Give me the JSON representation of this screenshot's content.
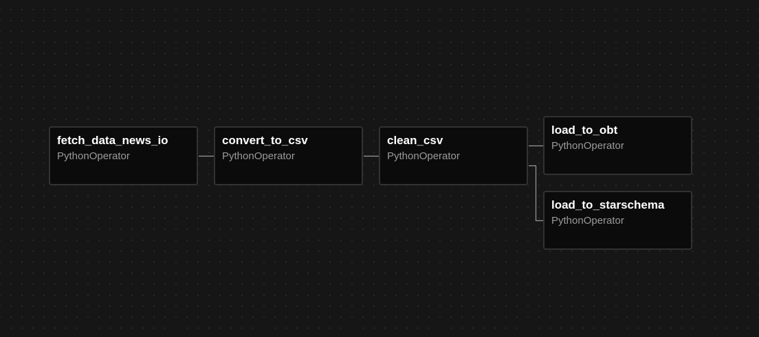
{
  "colors": {
    "background": "#161616",
    "node_background": "#0b0b0c",
    "node_border": "#323234",
    "edge": "#9a9a9a",
    "title": "#ffffff",
    "subtitle": "#9a9a9a"
  },
  "nodes": [
    {
      "id": "fetch_data_news_io",
      "title": "fetch_data_news_io",
      "type": "PythonOperator"
    },
    {
      "id": "convert_to_csv",
      "title": "convert_to_csv",
      "type": "PythonOperator"
    },
    {
      "id": "clean_csv",
      "title": "clean_csv",
      "type": "PythonOperator"
    },
    {
      "id": "load_to_obt",
      "title": "load_to_obt",
      "type": "PythonOperator"
    },
    {
      "id": "load_to_starschema",
      "title": "load_to_starschema",
      "type": "PythonOperator"
    }
  ],
  "edges": [
    {
      "from": "fetch_data_news_io",
      "to": "convert_to_csv"
    },
    {
      "from": "convert_to_csv",
      "to": "clean_csv"
    },
    {
      "from": "clean_csv",
      "to": "load_to_obt"
    },
    {
      "from": "clean_csv",
      "to": "load_to_starschema"
    }
  ]
}
